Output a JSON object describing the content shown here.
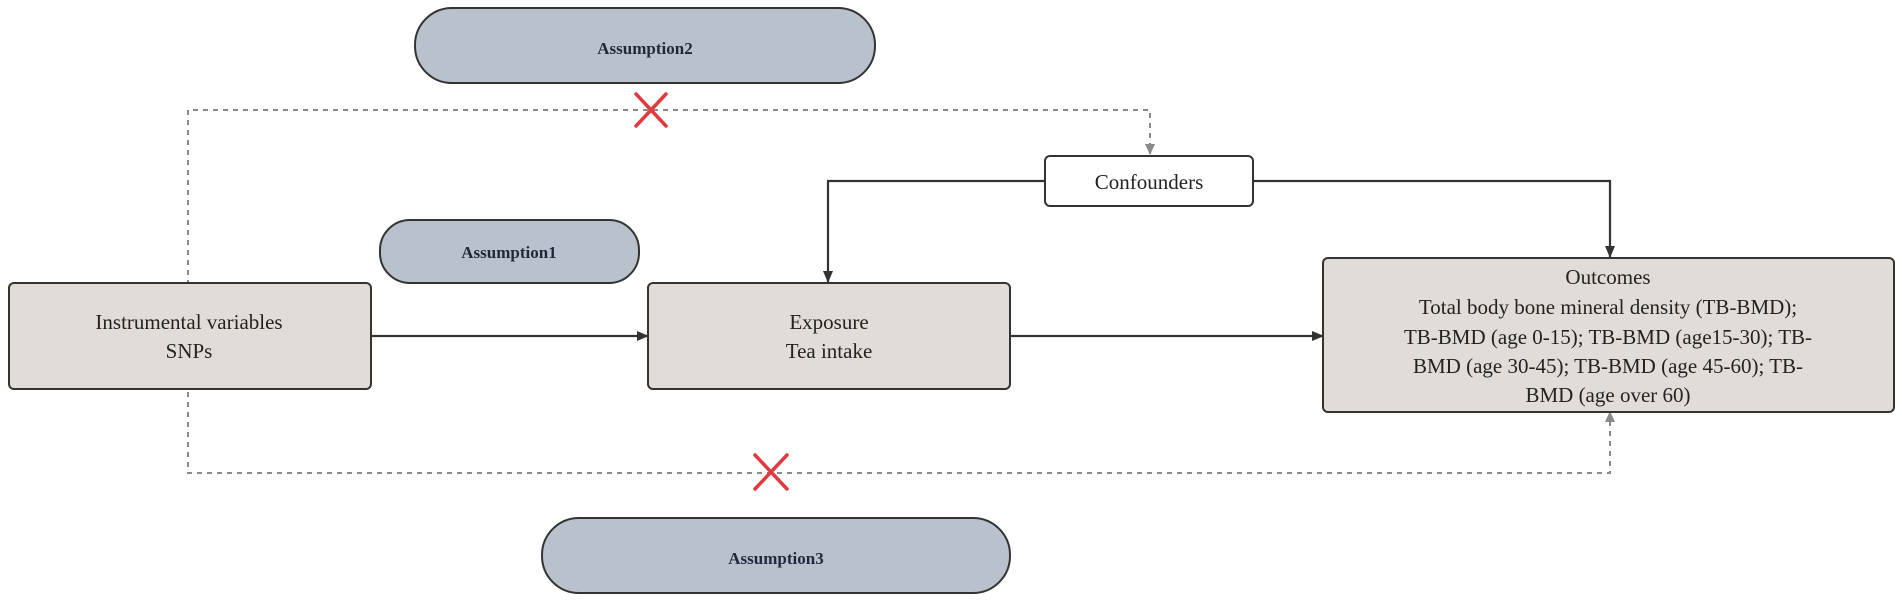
{
  "assumptions": {
    "a1": "Assumption1",
    "a2": "Assumption2",
    "a3": "Assumption3"
  },
  "nodes": {
    "instrumental": {
      "line1": "Instrumental variables",
      "line2": "SNPs"
    },
    "exposure": {
      "line1": "Exposure",
      "line2": "Tea intake"
    },
    "confounders": {
      "label": "Confounders"
    },
    "outcomes": {
      "line1": "Outcomes",
      "line2": "Total body bone mineral density (TB-BMD);",
      "line3": "TB-BMD (age 0-15); TB-BMD (age15-30); TB-",
      "line4": "BMD (age 30-45); TB-BMD (age 45-60); TB-",
      "line5": "BMD (age over 60)"
    }
  },
  "colors": {
    "assumption_fill": "#b9c1cd",
    "node_fill": "#e2dcd8",
    "confounder_fill": "#ffffff",
    "edge": "#333333",
    "dashed_edge": "#8a8a8a",
    "violation_mark": "#e0393e"
  },
  "markers": {
    "violation_icon": "x-mark-icon"
  }
}
